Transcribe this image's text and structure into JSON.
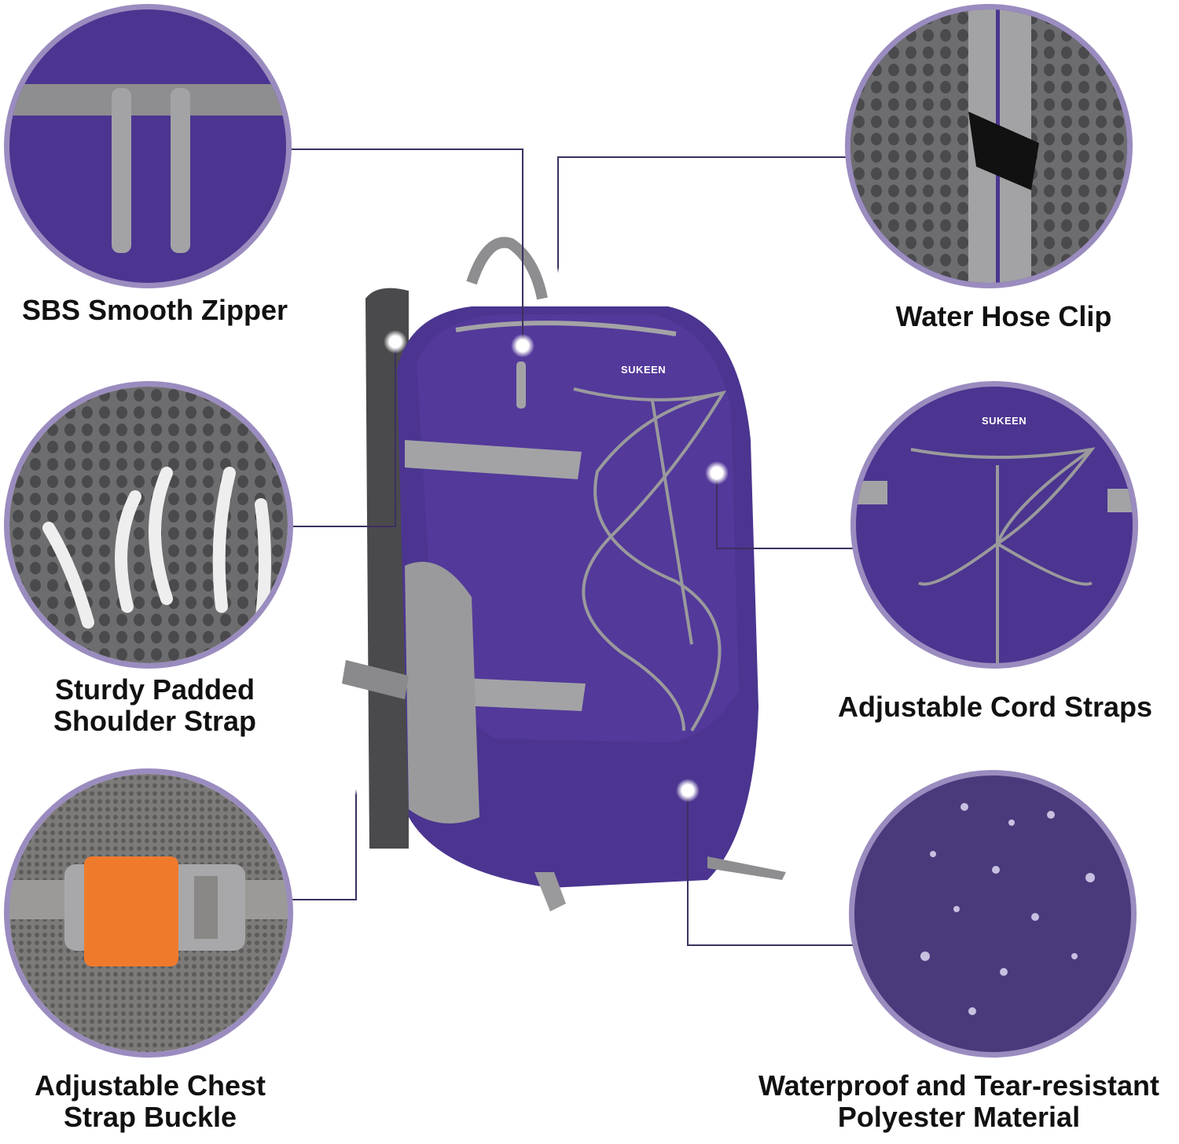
{
  "brand_logo": "SUKEEN",
  "colors": {
    "purple": "#4b3590",
    "gray_trim": "#a3a3a6",
    "ring": "#9a8cbf",
    "buckle": "#f07a2c"
  },
  "features": [
    {
      "label": "SBS Smooth Zipper",
      "icon": "zipper-closeup"
    },
    {
      "label": "Water Hose Clip",
      "icon": "hose-clip-closeup"
    },
    {
      "label": "Sturdy Padded Shoulder Strap",
      "line1": "Sturdy Padded",
      "line2": "Shoulder Strap",
      "icon": "mesh-airflow-closeup"
    },
    {
      "label": "Adjustable Cord Straps",
      "icon": "bungee-cord-closeup"
    },
    {
      "label": "Adjustable Chest Strap Buckle",
      "line1": "Adjustable Chest",
      "line2": "Strap Buckle",
      "icon": "buckle-closeup"
    },
    {
      "label": "Waterproof and Tear-resistant Polyester Material",
      "line1": "Waterproof and Tear-resistant",
      "line2": "Polyester Material",
      "icon": "water-droplets-closeup"
    }
  ]
}
